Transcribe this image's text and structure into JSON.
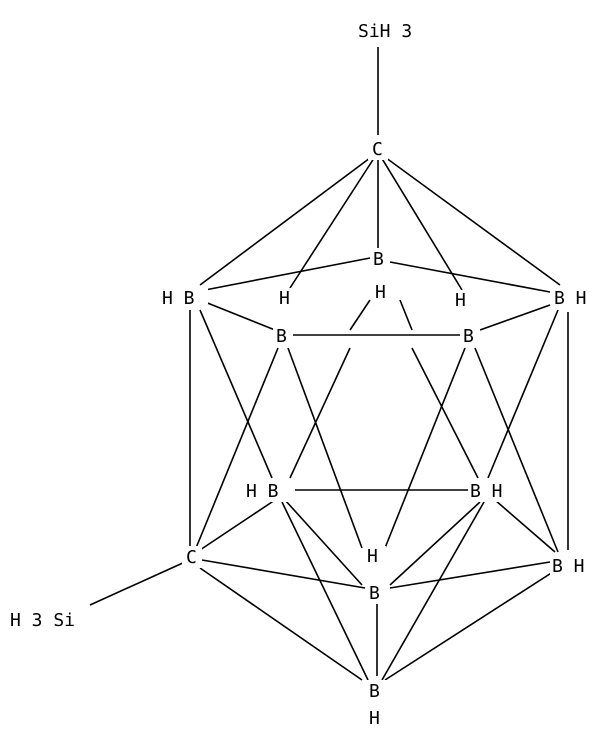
{
  "diagram": {
    "type": "chemical-structure",
    "labels": {
      "top_silyl": "SiH 3",
      "left_silyl": "H 3 Si",
      "carbon_top": "C",
      "carbon_left": "C",
      "b_top_center": "B",
      "b_upper_left": "H B",
      "b_upper_right": "B H",
      "b_mid_left": "B",
      "b_mid_right": "B",
      "b_lower_left": "H B",
      "b_lower_right": "B H",
      "b_right_low": "B H",
      "b_bottom_mid": "B",
      "b_bottom": "B",
      "h_upper_left": "H",
      "h_upper_center": "H",
      "h_upper_right": "H",
      "h_lower_center": "H",
      "h_bottom": "H"
    }
  }
}
